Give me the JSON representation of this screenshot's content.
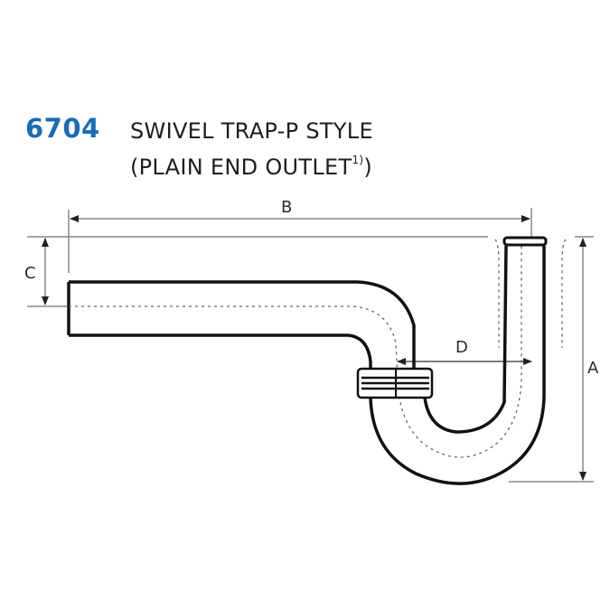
{
  "header": {
    "part_number": "6704",
    "title_line1": "SWIVEL TRAP-P STYLE",
    "title_line2_main": "(PLAIN END OUTLET",
    "title_line2_sup": "1)",
    "title_line2_close": ")"
  },
  "dimensions": {
    "a_label": "A",
    "b_label": "B",
    "c_label": "C",
    "d_label": "D"
  },
  "colors": {
    "accent": "#1a6db5",
    "line": "#111111",
    "dim_line": "#888888"
  }
}
